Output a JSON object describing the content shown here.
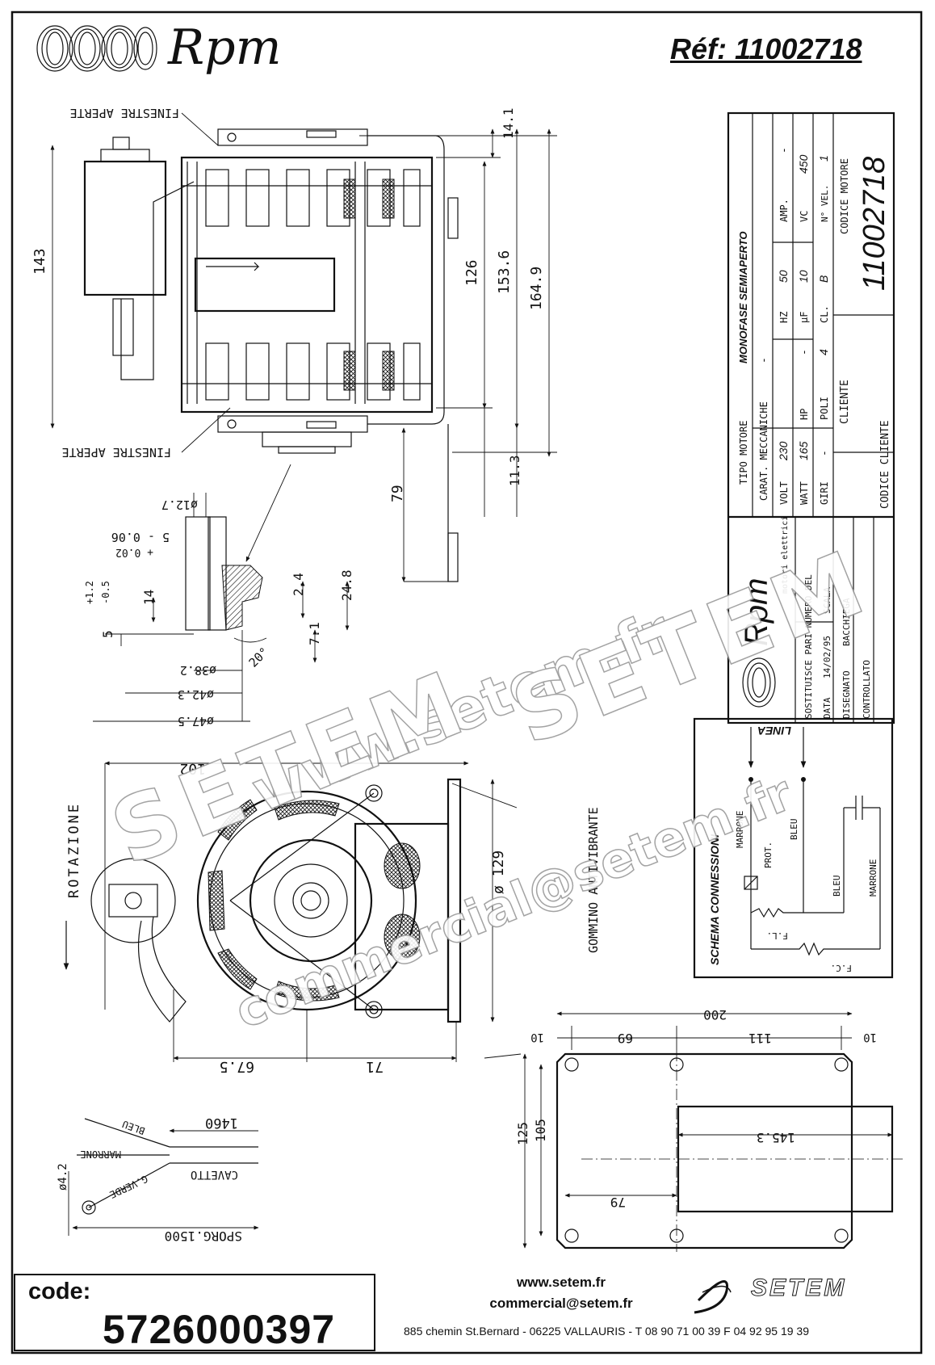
{
  "header": {
    "brand": "Rpm",
    "reference": "Réf: 11002718"
  },
  "labels": {
    "finestre_top": "FINESTRE APERTE",
    "finestre_bottom": "FINESTRE APERTE",
    "rotazione": "ROTAZIONE",
    "gommino": "GOMMINO ANTIVIBRANTE",
    "cavetto": "CAVETTO",
    "sporg": "SPORG.1500",
    "bleu": "BLEU",
    "marrone": "MARRONE",
    "g_verde": "G.VERDE"
  },
  "dimensions": {
    "d143": "143",
    "d126": "126",
    "d153_6": "153.6",
    "d164_9": "164.9",
    "d14_1": "14.1",
    "d11_3": "11.3",
    "d79_side": "79",
    "d12_7": "ø12.7",
    "d5_tol": "5 - 0.06",
    "d5_tol2": "+ 0.02",
    "d14": "14",
    "d5_b": "5",
    "tol_b1": "+1.2",
    "tol_b2": "-0.5",
    "d2_4": "2.4",
    "d24_8": "24.8",
    "d7_1": "7.1",
    "d20": "20°",
    "d38_2": "ø38.2",
    "d42_3": "ø42.3",
    "d47_5": "ø47.5",
    "d102": "102",
    "d129": "ø 129",
    "d67_5": "67.5",
    "d71": "71",
    "d1460": "1460",
    "d4_2": "ø4.2",
    "d200": "200",
    "d10_left": "10",
    "d69": "69",
    "d111": "111",
    "d10_right": "10",
    "d125": "125",
    "d105": "105",
    "d145_3": "145.3",
    "d79_plate": "79"
  },
  "spec_table": {
    "tipo_motore_label": "TIPO MOTORE",
    "tipo_motore_value": "MONOFASE SEMIAPERTO",
    "carat_label": "CARAT. MECCANICHE",
    "carat_value": "-",
    "volt_label": "VOLT",
    "volt_value": "230",
    "hz_label": "HZ",
    "hz_value": "50",
    "amp_label": "AMP.",
    "amp_value": "-",
    "watt_label": "WATT",
    "watt_value": "165",
    "hp_label": "HP",
    "hp_value": "-",
    "uf_label": "μF",
    "uf_value": "10",
    "vc_label": "VC",
    "vc_value": "450",
    "giri_label": "GIRI",
    "giri_value": "-",
    "poli_label": "POLI",
    "poli_value": "4",
    "cl_label": "CL.",
    "cl_value": "B",
    "nvel_label": "N° VEL.",
    "nvel_value": "1",
    "cliente_label": "CLIENTE",
    "codice_motore_label": "CODICE MOTORE",
    "codice_motore_value": "11002718",
    "codice_cliente_label": "CODICE CLIENTE",
    "company_name": "Rpm",
    "company_sub": "motori elettrici",
    "sostituisce_label": "SOSTITUISCE PARI NUMERO DEL",
    "data_label": "DATA",
    "data_value": "14/02/95",
    "scala_label": "SCALA",
    "disegnato_label": "DISEGNATO",
    "disegnato_value": "BACCHIEGA",
    "controllato_label": "CONTROLLATO"
  },
  "schema": {
    "title": "SCHEMA CONNESSIONI",
    "linea": "LINEA",
    "marrone": "MARRONE",
    "bleu": "BLEU",
    "prot": "PROT.",
    "fl": "F.L.",
    "fc": "F.C.",
    "bleu2": "BLEU",
    "marrone2": "MARRONE"
  },
  "watermark": {
    "line1": "www.setem.fr",
    "line2": "SETEM",
    "line3": "SETEM",
    "line4": "commercial@setem.fr"
  },
  "footer": {
    "code_label": "code:",
    "code_value": "5726000397",
    "website": "www.setem.fr",
    "email": "commercial@setem.fr",
    "address": "885 chemin St.Bernard  -  06225 VALLAURIS  -  T 08 90 71 00 39   F 04 92 95 19 39",
    "logo": "SETEM"
  }
}
